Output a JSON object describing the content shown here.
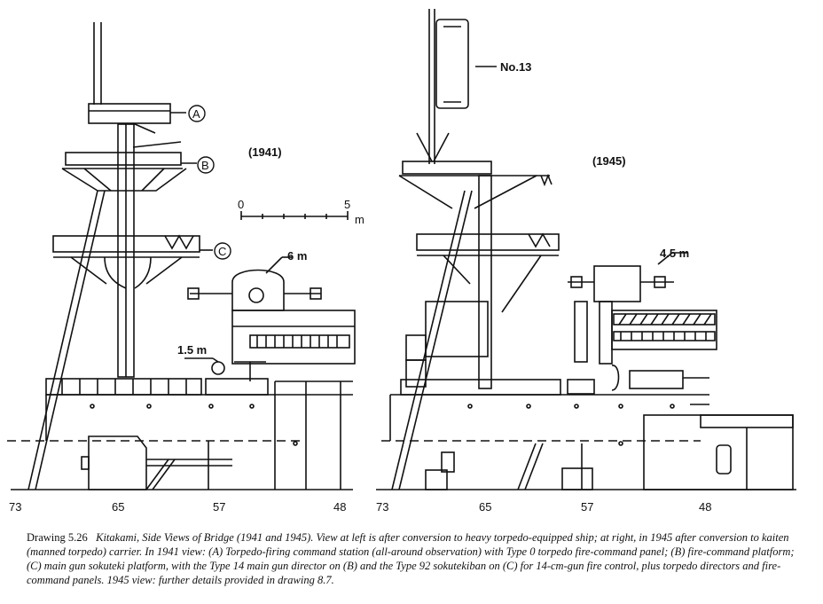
{
  "left_view": {
    "year": "(1941)",
    "callout_a": "A",
    "callout_b": "B",
    "callout_c": "C",
    "scale_zero": "0",
    "scale_five": "5",
    "scale_unit": "m",
    "rangefinder_6m": "6 m",
    "rangefinder_15m": "1.5 m",
    "frames": [
      "73",
      "65",
      "57",
      "48"
    ]
  },
  "right_view": {
    "year": "(1945)",
    "radar_label": "No.13",
    "rangefinder_45m": "4.5 m",
    "frames": [
      "73",
      "65",
      "57",
      "48"
    ]
  },
  "caption": {
    "head": "Drawing 5.26",
    "title": "Kitakami, Side Views of Bridge (1941 and 1945).",
    "text": "View at left is after conversion to heavy torpedo-equipped ship; at right, in 1945 after conversion to kaiten (manned torpedo) carrier. In 1941 view: (A) Torpedo-firing command station (all-around observation) with Type 0 torpedo fire-command panel; (B) fire-command platform; (C) main gun sokuteki platform, with the Type 14 main gun director on (B) and the Type 92 sokutekiban on (C) for 14-cm-gun fire control, plus torpedo directors and fire-command panels. 1945 view: further details provided in drawing 8.7."
  }
}
